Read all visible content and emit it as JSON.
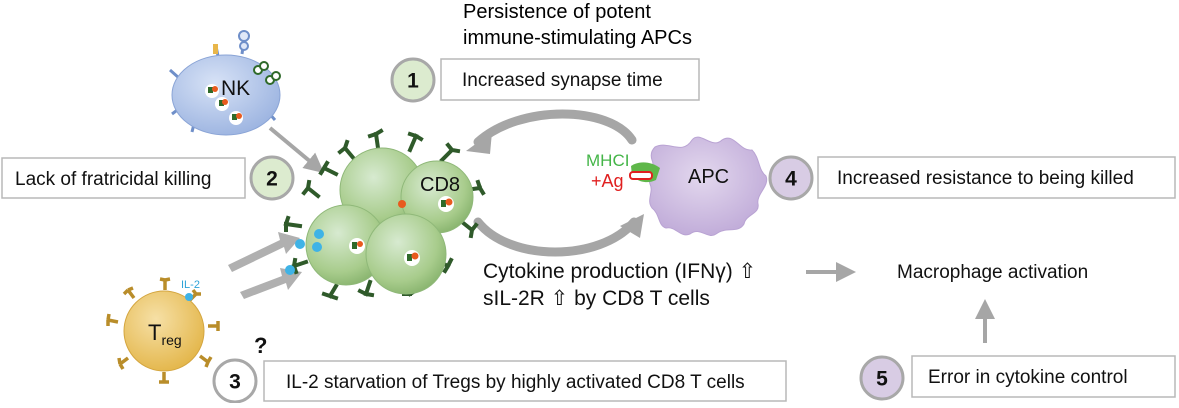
{
  "title": {
    "line1": "Persistence of potent",
    "line2": "immune-stimulating APCs"
  },
  "steps": [
    {
      "num": "1",
      "label": "Increased synapse time",
      "badge_color": "#dcebcf"
    },
    {
      "num": "2",
      "label": "Lack of fratricidal killing",
      "badge_color": "#dcebcf"
    },
    {
      "num": "3",
      "label": "IL-2 starvation of Tregs by highly activated CD8 T cells",
      "badge_color": "#ffffff"
    },
    {
      "num": "4",
      "label": "Increased resistance to being killed",
      "badge_color": "#d8cce4"
    },
    {
      "num": "5",
      "label": "Error in cytokine control",
      "badge_color": "#d8cce4"
    }
  ],
  "cells": {
    "nk": "NK",
    "cd8": "CD8",
    "apc": "APC",
    "treg_main": "T",
    "treg_sub": "reg",
    "il2": "IL-2",
    "mhc": "MHCI",
    "ag": "+Ag"
  },
  "texts": {
    "cytokine_line1": "Cytokine production (IFNγ) ⇧",
    "cytokine_line2": "sIL-2R ⇧ by CD8 T cells",
    "macrophage": "Macrophage activation",
    "question": "?"
  },
  "colors": {
    "nk_fill": "#a9bfe6",
    "cd8_fill": "#a8cc8c",
    "apc_fill": "#c9b6dc",
    "treg_fill": "#e9c15a",
    "il2_dot": "#3fb3e6",
    "receptor": "#2f5a2a",
    "mhc_text": "#44b548",
    "ag_text": "#e02020",
    "arrow_grey": "#a6a6a6"
  }
}
